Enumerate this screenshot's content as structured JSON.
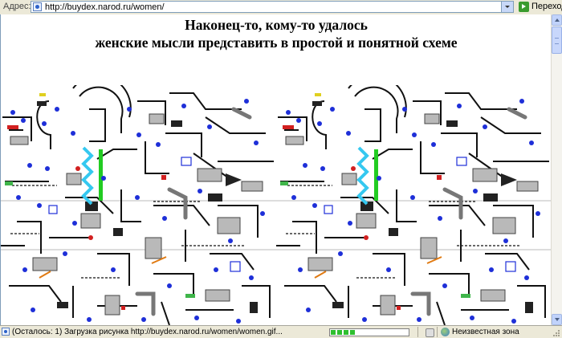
{
  "address_bar": {
    "label": "Адрес:",
    "url": "http://buydex.narod.ru/women/",
    "go_label": "Переход"
  },
  "page": {
    "headline_line1": "Наконец-то, кому-то удалось",
    "headline_line2": "женские мысли представить в простой и понятной схеме"
  },
  "status_bar": {
    "text": "(Осталось: 1) Загрузка рисунка http://buydex.narod.ru/women/women.gif...",
    "zone_label": "Неизвестная зона",
    "progress": 0.35
  },
  "icons": {
    "favicon": "ie-page-icon",
    "go": "go-arrow-icon",
    "zone": "internet-zone-icon"
  },
  "colors": {
    "window_chrome": "#ece9d8",
    "page_background": "#ffffff",
    "progress_green": "#2fbf2f",
    "diagram_blue": "#1e2fd8",
    "diagram_cyan": "#35c8f0",
    "diagram_green": "#22cc22",
    "diagram_red": "#d22020"
  }
}
